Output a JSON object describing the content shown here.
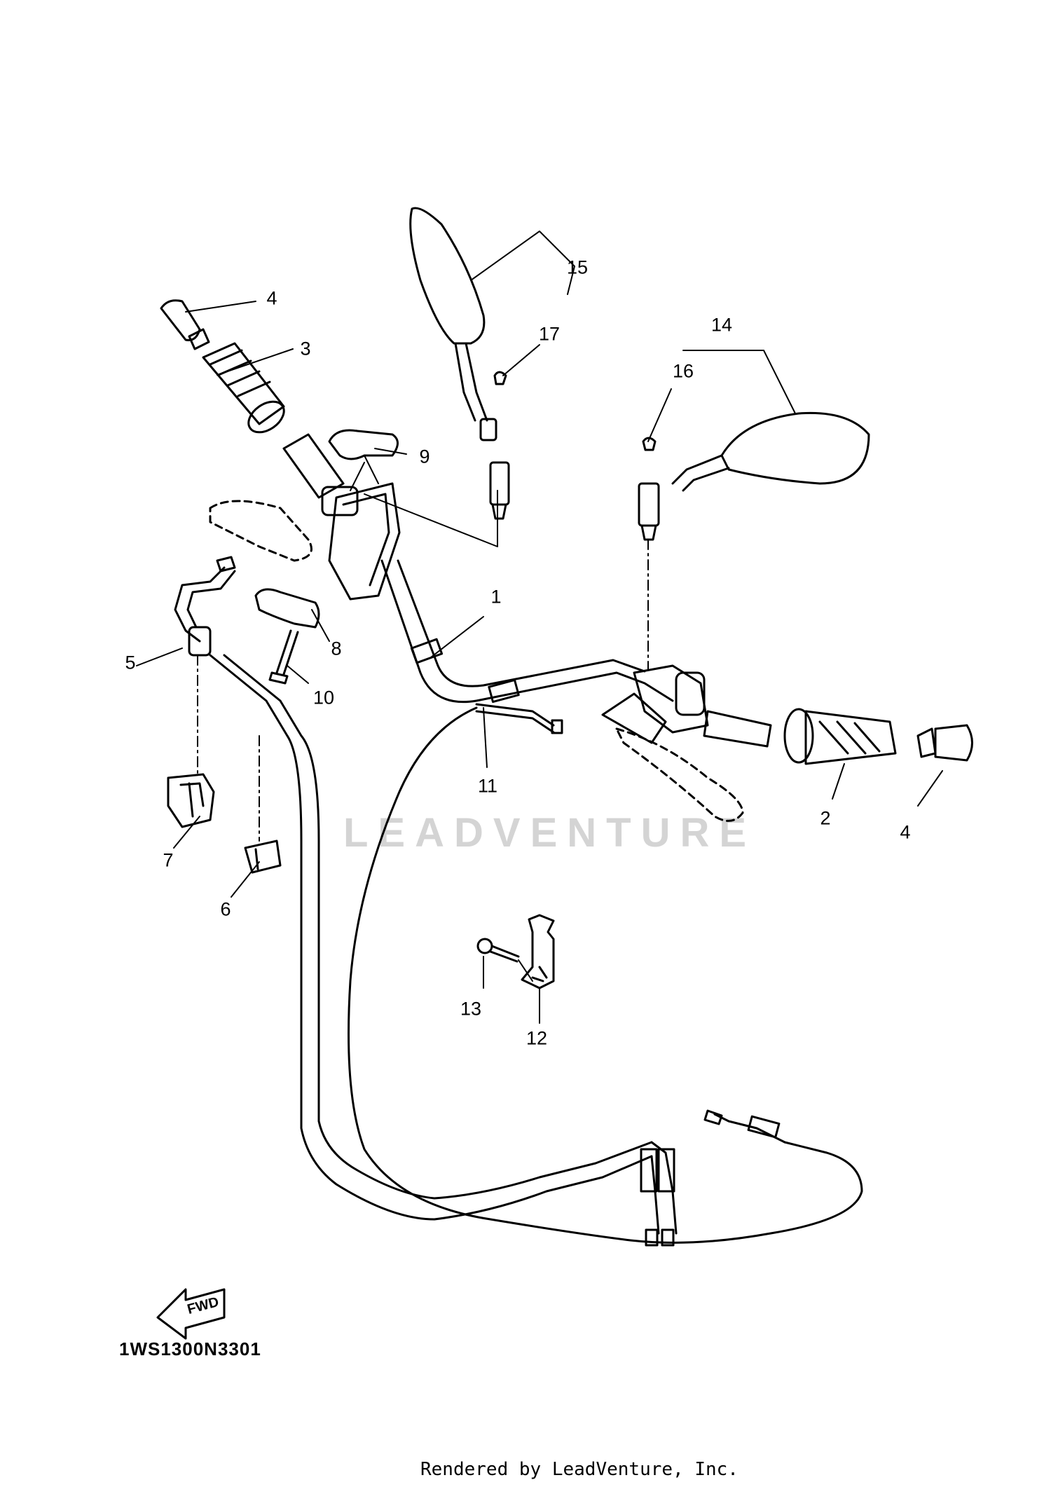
{
  "labels": {
    "p1": "1",
    "p2": "2",
    "p3": "3",
    "p4a": "4",
    "p4b": "4",
    "p5": "5",
    "p6": "6",
    "p7": "7",
    "p8": "8",
    "p9": "9",
    "p10": "10",
    "p11": "11",
    "p12": "12",
    "p13": "13",
    "p14": "14",
    "p15": "15",
    "p16": "16",
    "p17": "17"
  },
  "fwd_badge": "FWD",
  "diagram_code": "1WS1300N3301",
  "credit": "Rendered by LeadVenture, Inc.",
  "watermark": "LEADVENTURE",
  "colors": {
    "line": "#000000",
    "watermark": "#d4d4d4"
  }
}
